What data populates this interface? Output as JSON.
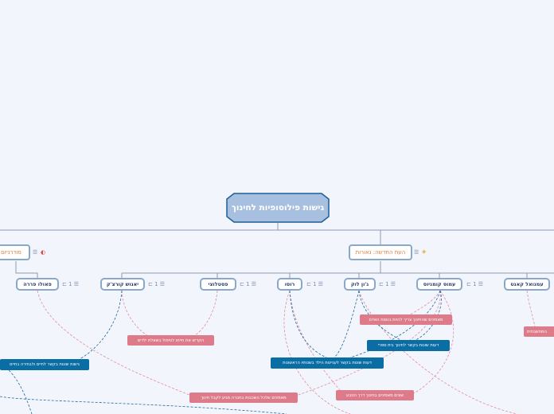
{
  "map": {
    "root": "גישות פילוסופיות לחינוך",
    "branches": [
      {
        "label": "מודרניזם"
      },
      {
        "label": "העת החדשה: נאורות"
      }
    ],
    "topics": [
      {
        "label": "פאולו פררה",
        "count": "1"
      },
      {
        "label": "יאנוש קורצ'ק",
        "count": "1"
      },
      {
        "label": "פסטלוצי",
        "count": "1"
      },
      {
        "label": "רוסו",
        "count": "1"
      },
      {
        "label": "ג'ון לוק",
        "count": "1"
      },
      {
        "label": "עמוס קומניוס",
        "count": "1"
      },
      {
        "label": "עמנואל קאנט",
        "count": ""
      }
    ],
    "notes_pink": [
      "מאמינים שהחינוך צריך להיות בנוסח האדם",
      "הקדיש את חייתו לטיפול בשאלת ילדים",
      "מאמינים שלכל השכבות בחברה מגיע לקבל חינוך",
      "שונים מאמינים בחינוך דרך הטבע",
      "המחשבתית"
    ],
    "notes_blue": [
      "דעות שונות בקשר לחינוך בית ספרי",
      "גישות שונות בקשר לחיים ולבחירה בחיים",
      "דעות שונות בקשר לעניינות הילד בשנותיו הראשונות"
    ]
  },
  "colors": {
    "background": "#f3f5fd",
    "root_fill": "#a8c0e0",
    "root_border": "#1d5f95",
    "topic_border": "#8aa8c9",
    "branch_text": "#e07b3b",
    "pink_note": "#de7b8a",
    "blue_note": "#0a6ea5"
  },
  "icons": {
    "branch_left": [
      "list-icon",
      "flag-icon"
    ],
    "branch_right": [
      "list-icon",
      "palette-icon"
    ],
    "topic": [
      "list-icon",
      "note-icon"
    ]
  }
}
